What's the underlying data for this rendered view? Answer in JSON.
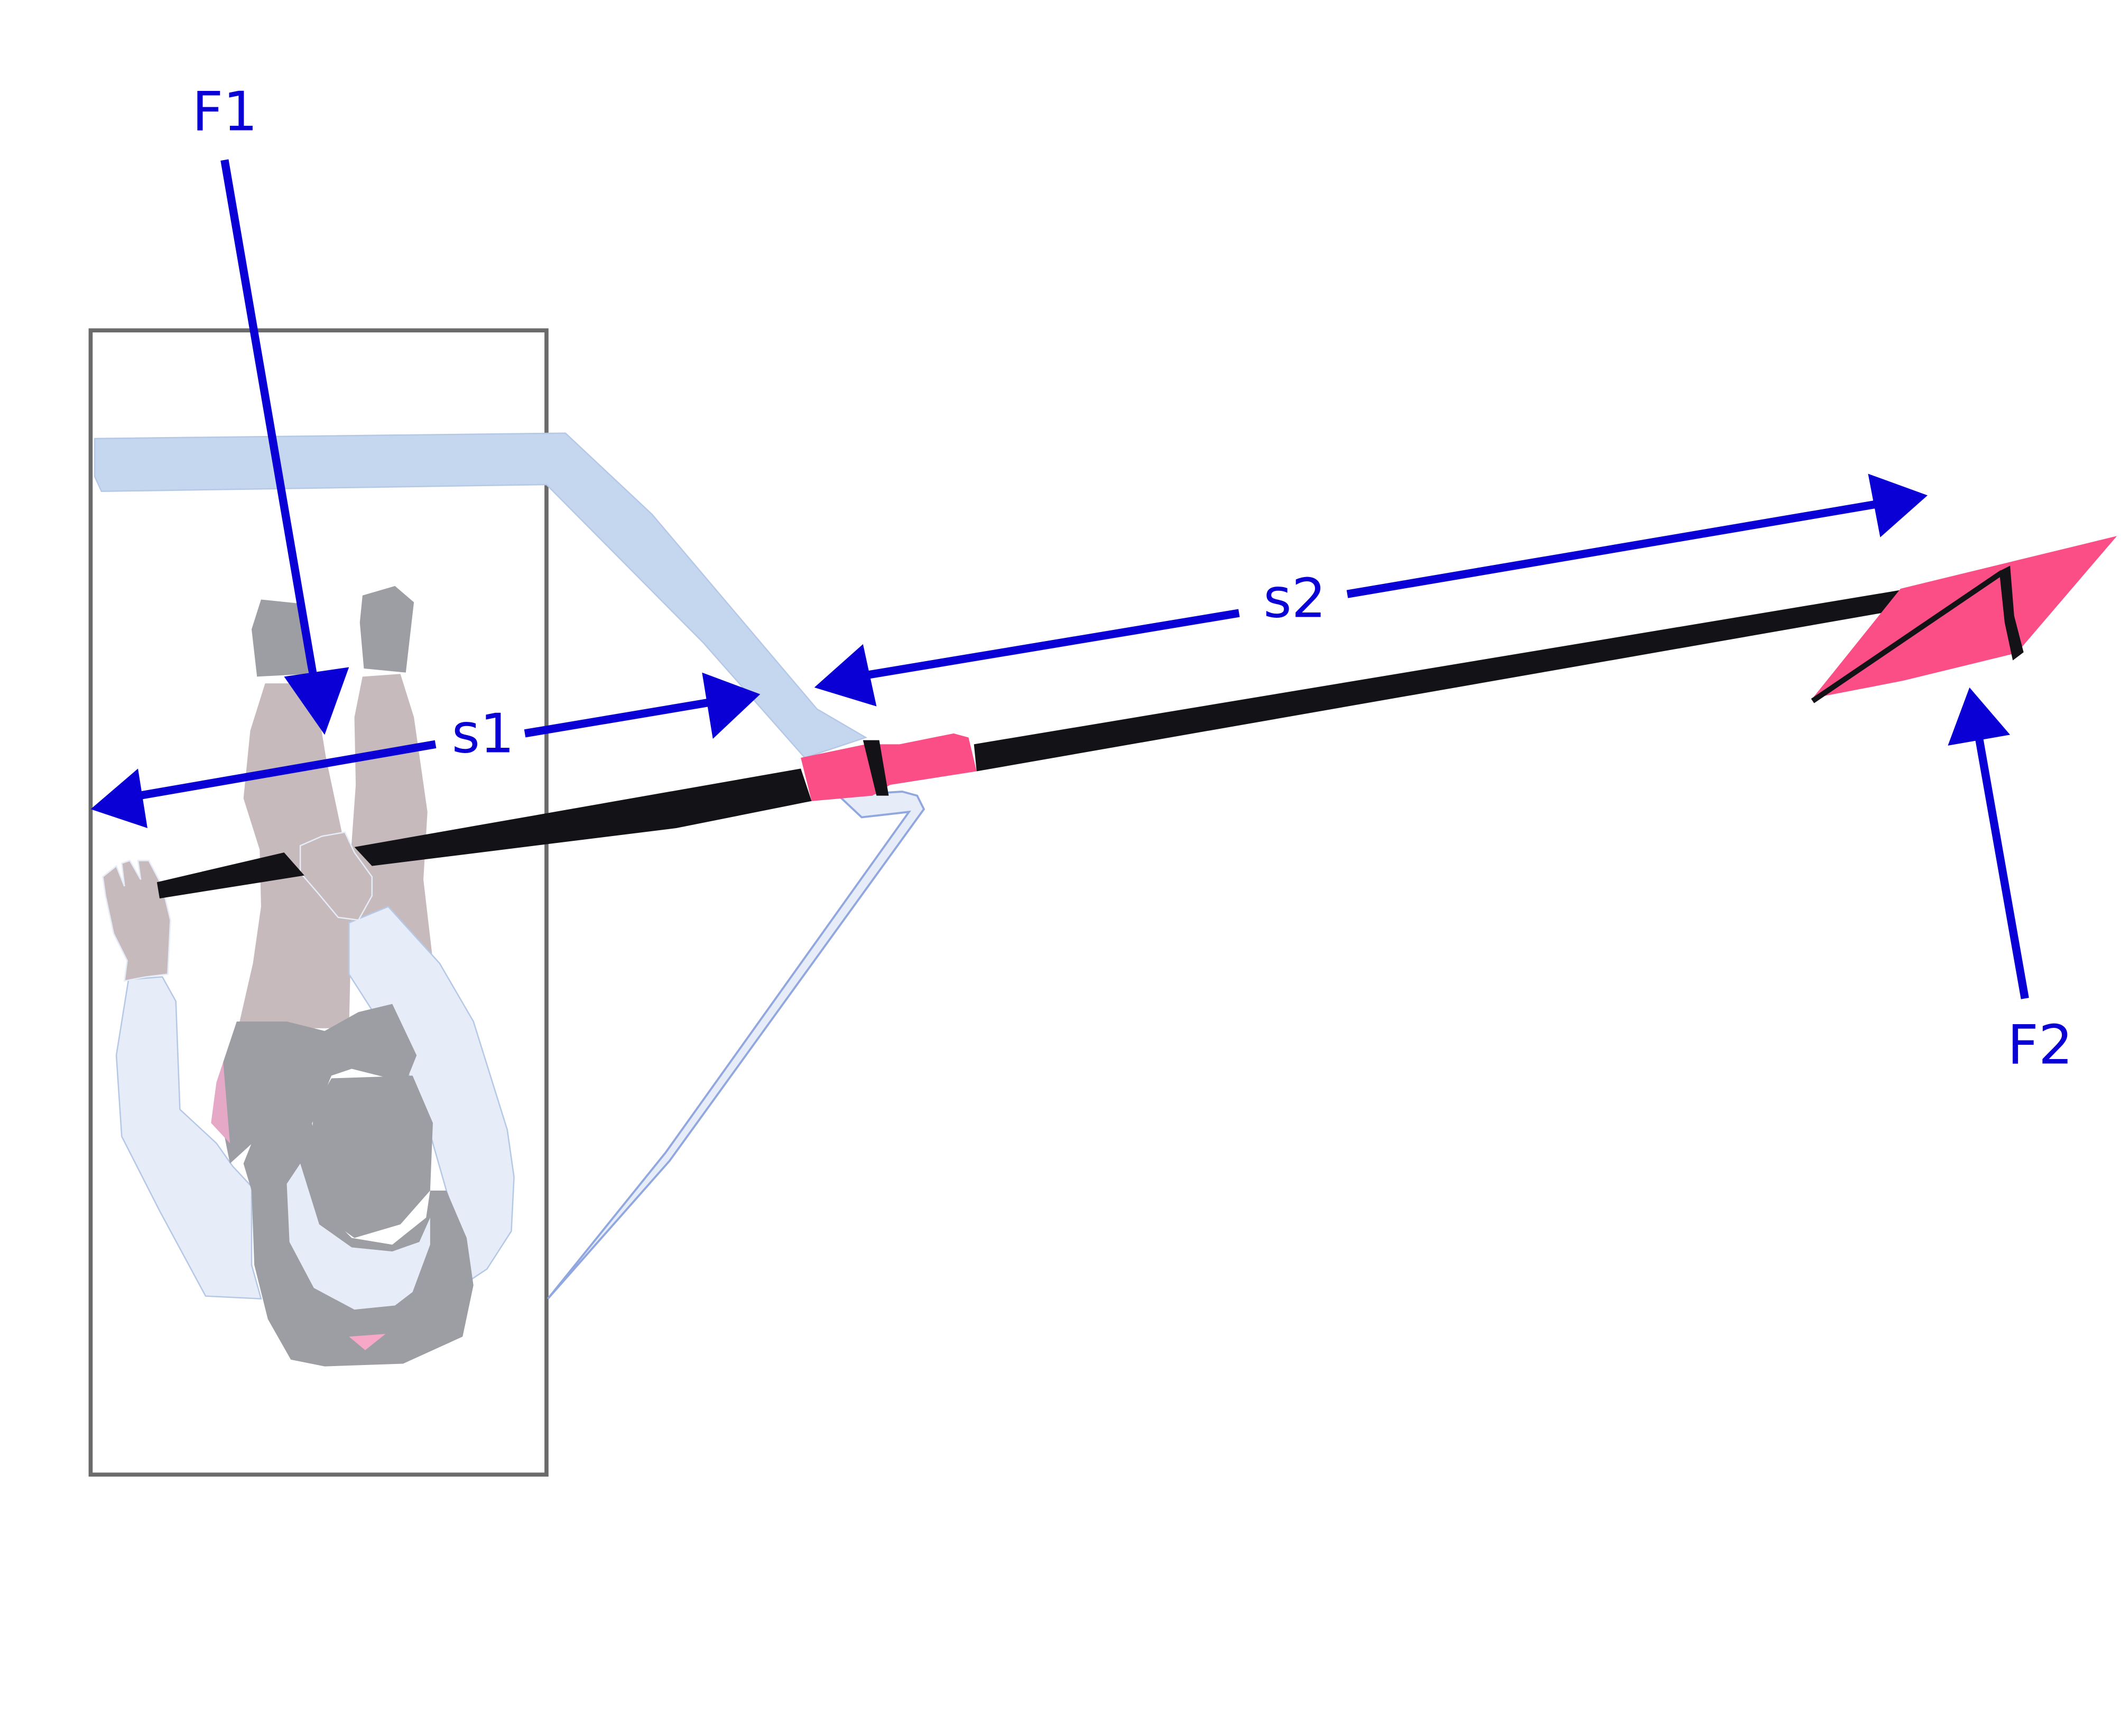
{
  "labels": {
    "force_1": "F1",
    "force_2": "F2",
    "distance_1": "s1",
    "distance_2": "s2"
  },
  "colors": {
    "annotation": "#0a00d6",
    "oar_shaft": "#131217",
    "blade_and_sleeve": "#fb4e87",
    "rigger": "#c5d7ef",
    "boat_outline": "#6b6b6b",
    "athlete_shirt": "#e6ecf8",
    "athlete_legs": "#c6babd",
    "athlete_shorts": "#9d9ea3"
  },
  "icons": {
    "boat": "boat-outline",
    "athlete": "rower-topdown",
    "oar": "oar",
    "rigger": "rigger-arm",
    "oarlock": "oarlock"
  }
}
